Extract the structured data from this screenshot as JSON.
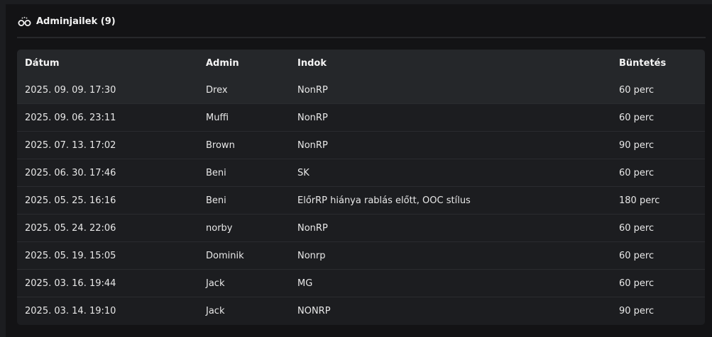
{
  "panel": {
    "title": "Adminjailek (9)",
    "icon": "handcuffs-icon"
  },
  "table": {
    "columns": [
      "Dátum",
      "Admin",
      "Indok",
      "Büntetés"
    ],
    "rows": [
      {
        "date": "2025. 09. 09. 17:30",
        "admin": "Drex",
        "reason": "NonRP",
        "penalty": "60 perc"
      },
      {
        "date": "2025. 09. 06. 23:11",
        "admin": "Muffi",
        "reason": "NonRP",
        "penalty": "60 perc"
      },
      {
        "date": "2025. 07. 13. 17:02",
        "admin": "Brown",
        "reason": "NonRP",
        "penalty": "90 perc"
      },
      {
        "date": "2025. 06. 30. 17:46",
        "admin": "Beni",
        "reason": "SK",
        "penalty": "60 perc"
      },
      {
        "date": "2025. 05. 25. 16:16",
        "admin": "Beni",
        "reason": "ElőrRP hiánya rablás előtt, OOC stílus",
        "penalty": "180 perc"
      },
      {
        "date": "2025. 05. 24. 22:06",
        "admin": "norby",
        "reason": "NonRP",
        "penalty": "60 perc"
      },
      {
        "date": "2025. 05. 19. 15:05",
        "admin": "Dominik",
        "reason": "Nonrp",
        "penalty": "60 perc"
      },
      {
        "date": "2025. 03. 16. 19:44",
        "admin": "Jack",
        "reason": "MG",
        "penalty": "60 perc"
      },
      {
        "date": "2025. 03. 14. 19:10",
        "admin": "Jack",
        "reason": "NONRP",
        "penalty": "90 perc"
      }
    ]
  },
  "colors": {
    "page_bg": "#1c1d20",
    "panel_bg": "#131315",
    "header_bg": "#25272a",
    "row_bg": "#1c1d20",
    "text": "#e8e8e8"
  }
}
